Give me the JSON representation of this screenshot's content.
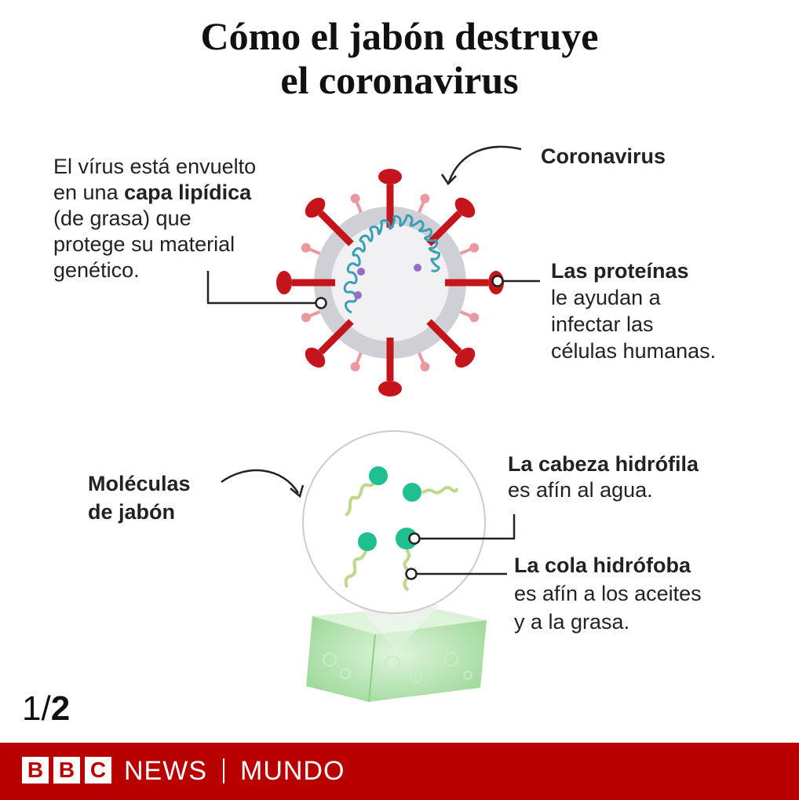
{
  "title": {
    "line1": "Cómo el jabón destruye",
    "line2": "el coronavirus"
  },
  "virus": {
    "label": "Coronavirus",
    "lipid_text": {
      "line1": "El vírus está envuelto",
      "line2_pre": "en una ",
      "line2_bold": "capa lipídica",
      "line3": "(de grasa) que",
      "line4": "protege su material",
      "line5": "genético."
    },
    "protein_text": {
      "title": "Las proteínas",
      "line1": "le ayudan a",
      "line2": "infectar las",
      "line3": "células humanas."
    }
  },
  "soap": {
    "label": {
      "line1": "Moléculas",
      "line2": "de jabón"
    },
    "head_text": {
      "title": "La cabeza hidrófila",
      "line1": "es afín al agua."
    },
    "tail_text": {
      "title": "La cola hidrófoba",
      "line1": "es afín a los aceites",
      "line2": "y a la grasa."
    }
  },
  "page_indicator": {
    "current": "1",
    "separator": "/",
    "total": "2"
  },
  "footer": {
    "b1": "B",
    "b2": "B",
    "b3": "C",
    "news": "NEWS",
    "section": "MUNDO"
  },
  "colors": {
    "spike": "#c4151c",
    "spike_light": "#ea9a9f",
    "envelope": "#cfcfd6",
    "rna": "#3a9fb5",
    "soap_head": "#1fbf8f",
    "soap_tail": "#bdd88a",
    "footer_bg": "#b80000"
  }
}
